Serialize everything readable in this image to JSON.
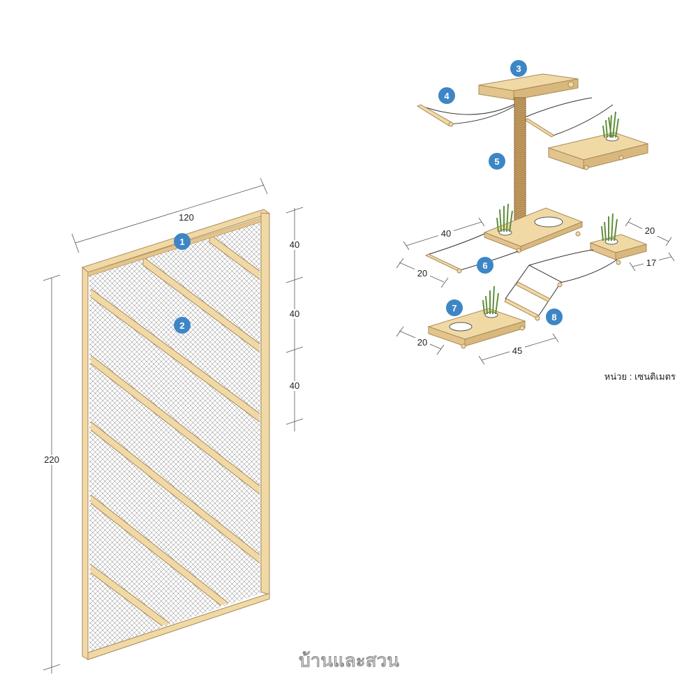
{
  "colors": {
    "wood": "#f1d9a6",
    "wood_edge": "#a8895a",
    "mesh": "#6e6e6e",
    "badge": "#3d86c6",
    "post": "#b8915a",
    "grass": "#5f8f3a"
  },
  "frame_dims": {
    "width": "120",
    "height": "220",
    "seg1": "40",
    "seg2": "40",
    "seg3": "40"
  },
  "cat_dims": {
    "hammock_len": "40",
    "hammock_w": "20",
    "shelf_w": "20",
    "shelf_d": "17",
    "step_w": "20",
    "step_len": "45"
  },
  "badges": {
    "b1": "1",
    "b2": "2",
    "b3": "3",
    "b4": "4",
    "b5": "5",
    "b6": "6",
    "b7": "7",
    "b8": "8"
  },
  "unit_note": "หน่วย : เซนติเมตร",
  "logo": "บ้านและสวน"
}
